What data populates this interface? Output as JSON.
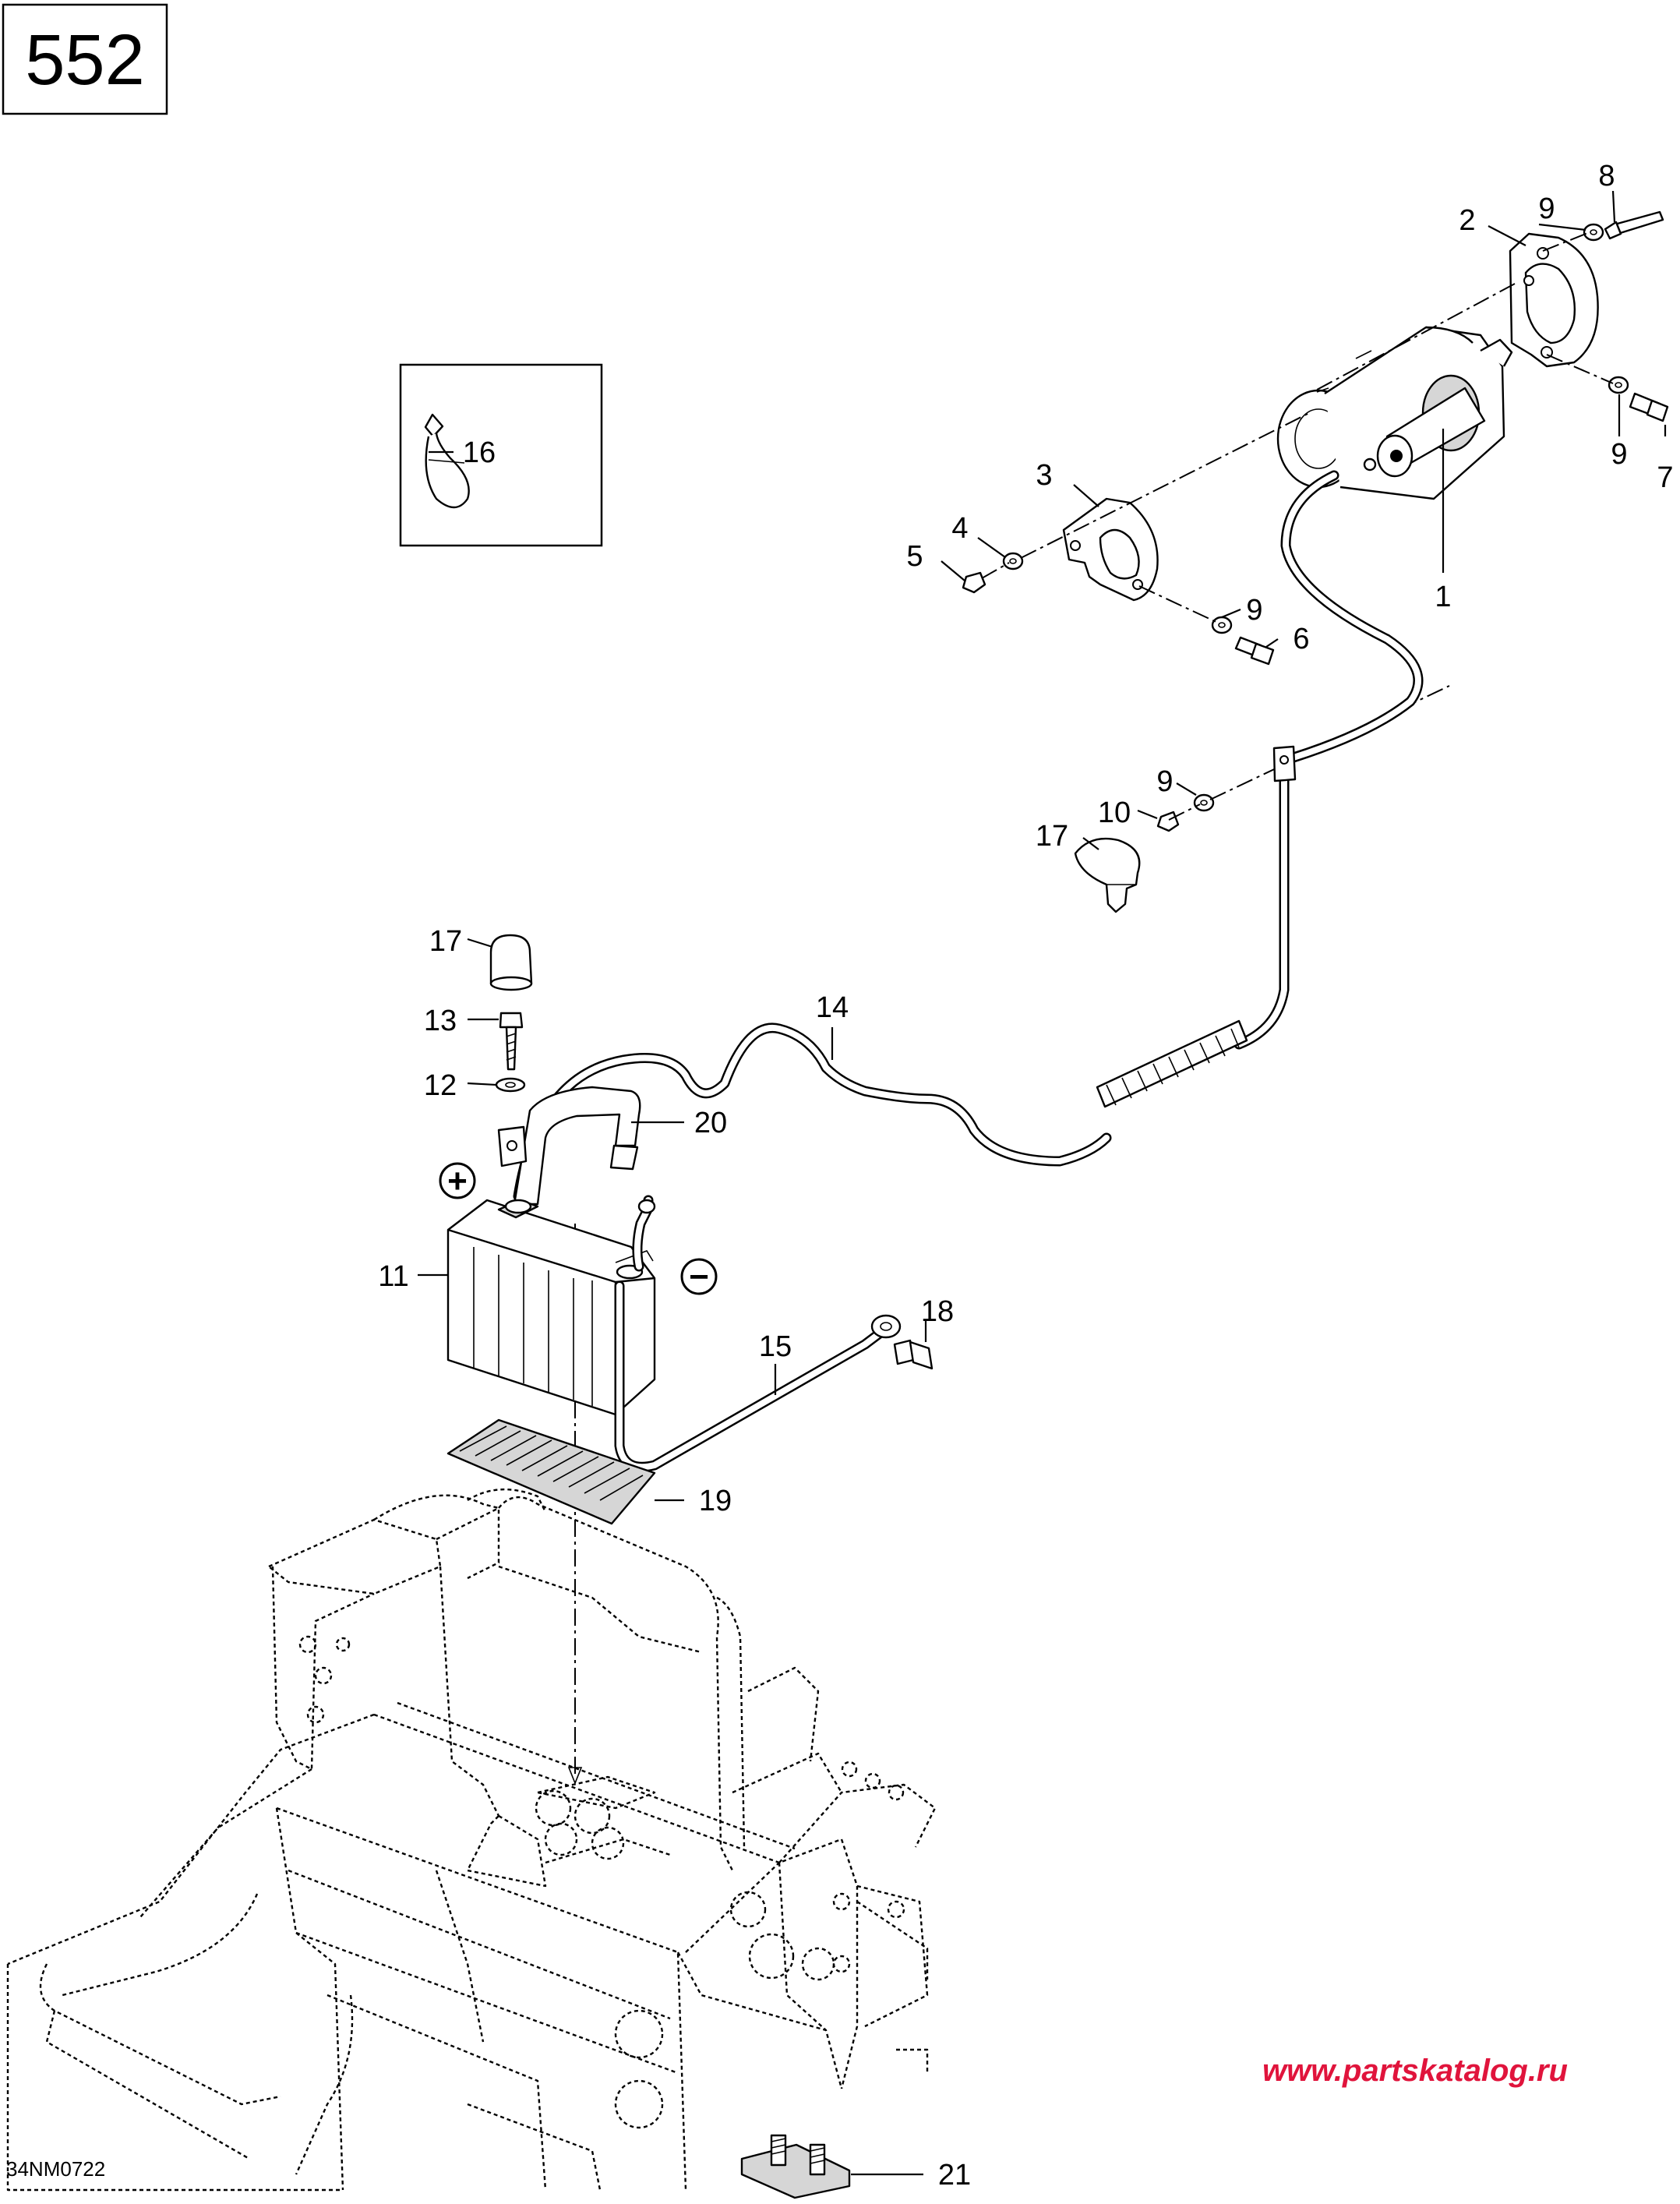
{
  "page_number": "552",
  "drawing_code": "34NM0722",
  "watermark": "www.partskatalog.ru",
  "watermark_color": "#e0143c",
  "polarity": {
    "positive": "+",
    "negative": "−"
  },
  "callouts": {
    "c1": "1",
    "c2": "2",
    "c3": "3",
    "c4": "4",
    "c5": "5",
    "c6": "6",
    "c7": "7",
    "c8": "8",
    "c9a": "9",
    "c9b": "9",
    "c9c": "9",
    "c9d": "9",
    "c10": "10",
    "c11": "11",
    "c12": "12",
    "c13": "13",
    "c14": "14",
    "c15": "15",
    "c16": "16",
    "c17a": "17",
    "c17b": "17",
    "c18": "18",
    "c19": "19",
    "c20": "20",
    "c21": "21"
  }
}
